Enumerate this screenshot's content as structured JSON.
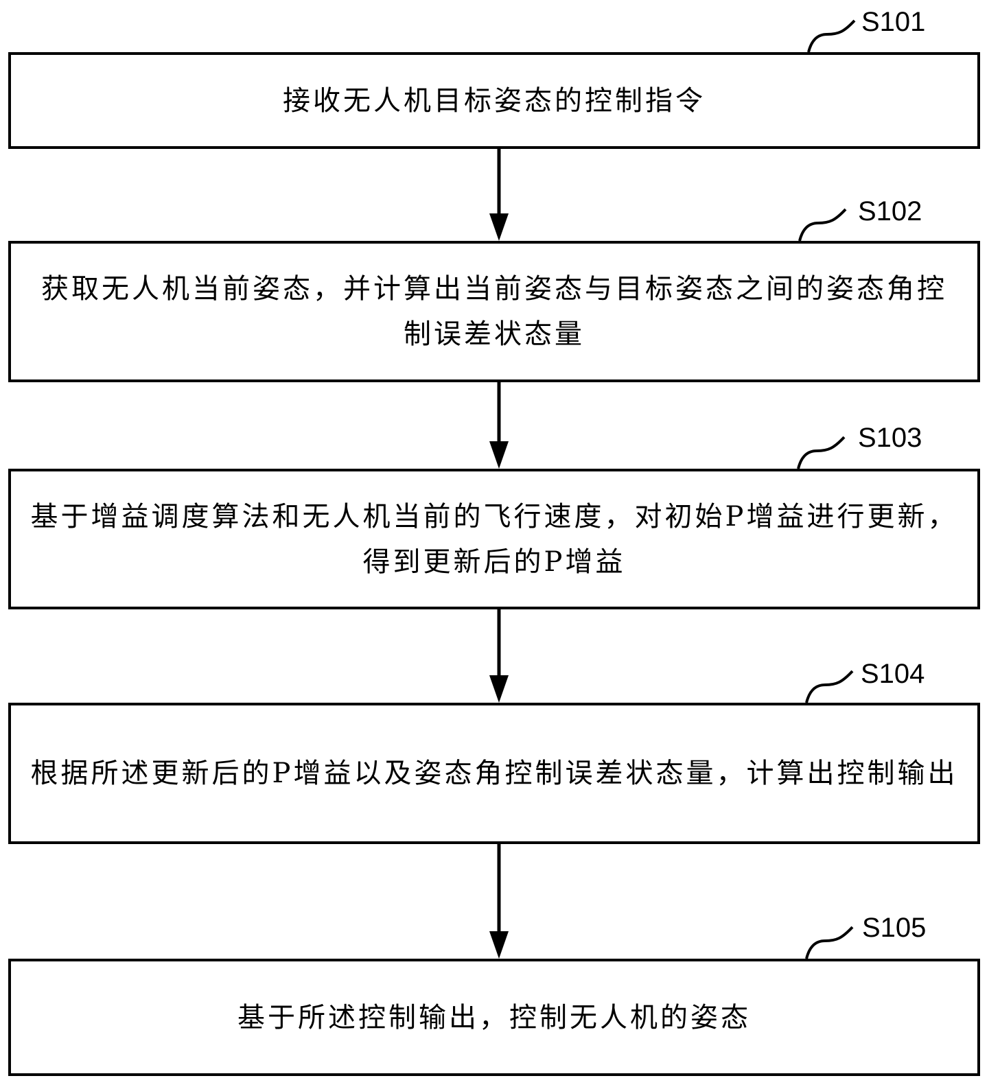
{
  "diagram": {
    "type": "flowchart",
    "direction": "top-to-bottom",
    "steps": [
      {
        "id": "S101",
        "text": "接收无人机目标姿态的控制指令"
      },
      {
        "id": "S102",
        "text": "获取无人机当前姿态，并计算出当前姿态与目标姿态之间的姿态角控制误差状态量"
      },
      {
        "id": "S103",
        "text": "基于增益调度算法和无人机当前的飞行速度，对初始P增益进行更新，得到更新后的P增益"
      },
      {
        "id": "S104",
        "text": "根据所述更新后的P增益以及姿态角控制误差状态量，计算出控制输出"
      },
      {
        "id": "S105",
        "text": "基于所述控制输出，控制无人机的姿态"
      }
    ],
    "edges": [
      {
        "from": "S101",
        "to": "S102"
      },
      {
        "from": "S102",
        "to": "S103"
      },
      {
        "from": "S103",
        "to": "S104"
      },
      {
        "from": "S104",
        "to": "S105"
      }
    ],
    "colors": {
      "stroke": "#000000",
      "background": "#ffffff"
    }
  }
}
